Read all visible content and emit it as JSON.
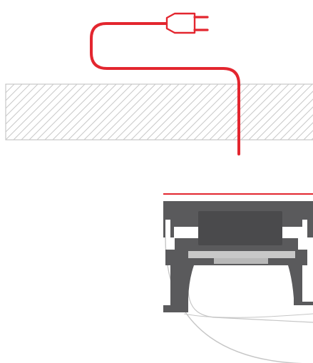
{
  "colors": {
    "background": "#ffffff",
    "cable": "#e3262f",
    "wall_outline": "#c9c9c9",
    "wall_hatch": "#c9c9c9",
    "profile_body": "#5a5a5c",
    "profile_inner": "#4a4a4c",
    "profile_light_slot": "#c8c8c8",
    "led_strip": "#b8b8b8",
    "diffuser_outline": "#c6c6c6",
    "mounting_line": "#e3262f"
  },
  "icons": {
    "plug": "power-plug-icon",
    "cable": "power-cable",
    "ceiling": "hatched-ceiling-section",
    "profile": "aluminium-profile-cross-section",
    "diffuser": "round-diffuser-cover"
  }
}
